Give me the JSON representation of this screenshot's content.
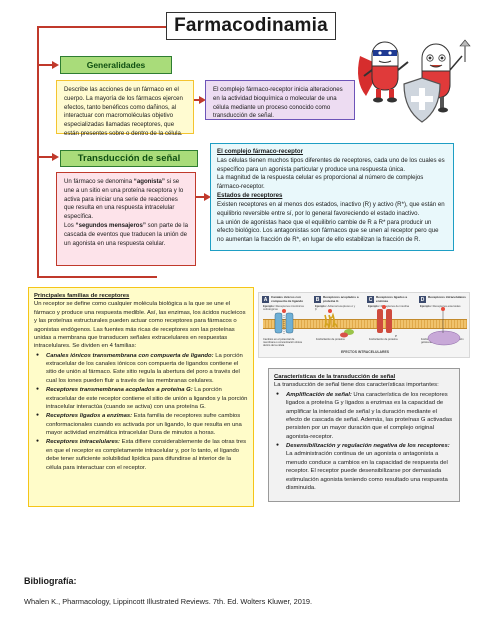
{
  "title": "Farmacodinamia",
  "generalidades": {
    "label": "Generalidades",
    "text": "Describe las acciones de un fármaco en el cuerpo. La mayoría de los fármacos ejercen efectos, tanto benéficos como dañinos, al interactuar con macromoléculas objetivo especializadas llamadas receptores, que están presentes sobre o dentro de la célula.",
    "complejo_text": "El complejo fármaco-receptor inicia alteraciones en la actividad bioquímica o molecular de una célula mediante un proceso conocido como transducción de señal."
  },
  "transduccion": {
    "label": "Transducción de señal",
    "agonista": {
      "t1": "Un fármaco se denomina ",
      "b1": "“agonista”",
      "t2": " si se une a un sitio en una proteína receptora y lo activa para iniciar una serie de reacciones que resulta en una respuesta intracelular específica.",
      "t3": "Los ",
      "b2": "“segundos mensajeros”",
      "t4": " son parte de la cascada de eventos que traducen la unión de un agonista en una respuesta celular."
    },
    "complejo": {
      "heading": "El complejo fármaco-receptor",
      "text1": "Las células tienen muchos tipos diferentes de receptores, cada uno de los cuales es específico para un agonista particular y produce una respuesta única.",
      "text2": "La magnitud de la respuesta celular es proporcional al número de complejos fármaco-receptor.",
      "heading2": "Estados de receptores",
      "text3": "Existen receptores en al menos dos estados, inactivo (R) y activo (R*), que están en equilibrio reversible entre sí, por lo general favoreciendo el estado inactivo.",
      "text4": "La unión de agonistas hace que el equilibrio cambie de R a R* para producir un efecto biológico. Los antagonistas son fármacos que se unen al receptor pero que no aumentan la fracción de R*, en lugar de ello estabilizan la fracción de R."
    }
  },
  "principales": {
    "heading": "Principales familias de receptores",
    "intro": "Un receptor se define como cualquier molécula biológica a la que se une el fármaco y produce una respuesta medible. Así, las enzimas, los ácidos nucleicos y las proteínas estructurales pueden actuar como receptores para fármacos o agonistas endógenos. Las fuentes más ricas de receptores son las proteínas unidas a membrana que transducen señales extracelulares en respuestas intracelulares. Se dividen en 4 familias:",
    "items": [
      {
        "term": "Canales iónicos transmembrana con compuerta de ligando:",
        "text": " La porción extracelular de los canales iónicos con compuerta de ligandos contiene el sitio de unión al fármaco. Este sitio regula la abertura del poro a través del cual los iones pueden fluir a través de las membranas celulares."
      },
      {
        "term": "Receptores transmembrana acoplados a proteína G:",
        "text": " La porción extracelular de este receptor contiene el sitio de unión a ligandos y la porción intracelular interactúa (cuando se activa) con una proteína G."
      },
      {
        "term": "Receptores ligados a enzimas:",
        "text": " Esta familia de receptores sufre cambios conformacionales cuando es activada por un ligando, lo que resulta en una mayor actividad enzimática intracelular Dura de minutos a horas."
      },
      {
        "term": "Receptores intracelulares:",
        "text": " Esta difiere considerablemente de las otras tres en que el receptor es completamente intracelular y, por lo tanto, el ligando debe tener suficiente solubilidad lipídica para difundirse al interior de la célula para interactuar con el receptor."
      }
    ]
  },
  "figure": {
    "panels": [
      {
        "letter": "A",
        "label": "Canales iónicos con compuerta de ligando",
        "example_label": "Ejemplo:",
        "example": "Receptores nicotínicos colinérgicos",
        "effect": "Cambios en el potencial de membrana o concentración iónica dentro de la célula"
      },
      {
        "letter": "B",
        "label": "Receptores acoplados a proteína G",
        "example_label": "Ejemplo:",
        "example": "Adrenorreceptores α y β",
        "effect": "Fosforilación de proteína"
      },
      {
        "letter": "C",
        "label": "Receptores ligados a enzimas",
        "example_label": "Ejemplo:",
        "example": "Receptores de insulina",
        "effect": "Fosforilación de proteína"
      },
      {
        "letter": "D",
        "label": "Receptores intracelulares",
        "example_label": "Ejemplo:",
        "example": "Receptores esteroides",
        "effect": "Fosforilación de proteína y expresión génica alterada"
      }
    ],
    "bottom_label": "EFECTOS INTRACELULARES"
  },
  "caracteristicas": {
    "heading": "Características de la transducción de señal",
    "intro": "La transducción de señal tiene dos características importantes:",
    "items": [
      {
        "term": "Amplificación de señal:",
        "text": " Una característica de los receptores ligados a proteína G y ligados a enzimas es la capacidad de amplificar la intensidad de señal y la duración mediante el efecto de cascada de señal. Además, las proteínas G activadas persisten por un mayor duración que el complejo original agonista-receptor."
      },
      {
        "term": "Desensibilización y regulación negativa de los receptores:",
        "text": " La administración continua de un agonista o antagonista a menudo conduce a cambios en la capacidad de respuesta del receptor. El receptor puede desensibilizarse por demasiada estimulación agonista teniendo como resultado una respuesta disminuida."
      }
    ]
  },
  "bibliografia": {
    "title": "Bibliografía:",
    "text": "Whalen K., Pharmacology, Lippincott Illustrated Reviews. 7th. Ed. Wolters Kluwer, 2019."
  },
  "colors": {
    "connector": "#c0392b",
    "pill_green": "#a9dc7a",
    "yellow_box": "#fffbd1",
    "purple_box": "#eddcf2",
    "pink_box": "#fde3ea",
    "cyan_box": "#e9f8fb",
    "gray_box": "#f2f2f2"
  },
  "decor": {
    "icons": [
      "hero-capsule-illustration",
      "red-pill-illustration",
      "shield-icon"
    ]
  }
}
